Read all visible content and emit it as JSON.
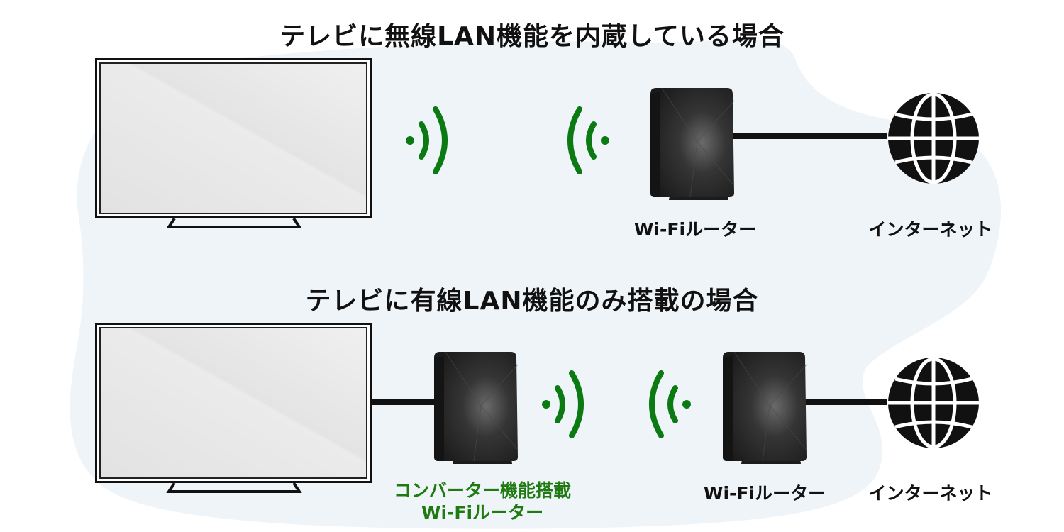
{
  "colors": {
    "background_blob": "#eef4f8",
    "wave_green": "#0b7a12",
    "green_label": "#1f7a12",
    "cable": "#111111",
    "device_dark": "#2b2b2b"
  },
  "scenario_wireless": {
    "title": "テレビに無線LAN機能を内蔵している場合",
    "router_label": "Wi-Fiルーター",
    "internet_label": "インターネット"
  },
  "scenario_wired": {
    "title": "テレビに有線LAN機能のみ搭載の場合",
    "converter_label_line1": "コンバーター機能搭載",
    "converter_label_line2": "Wi-Fiルーター",
    "router_label": "Wi-Fiルーター",
    "internet_label": "インターネット"
  },
  "icons": {
    "tv": "tv-icon",
    "router": "router-icon",
    "globe": "globe-icon",
    "wifi_signal": "wifi-signal-icon"
  }
}
